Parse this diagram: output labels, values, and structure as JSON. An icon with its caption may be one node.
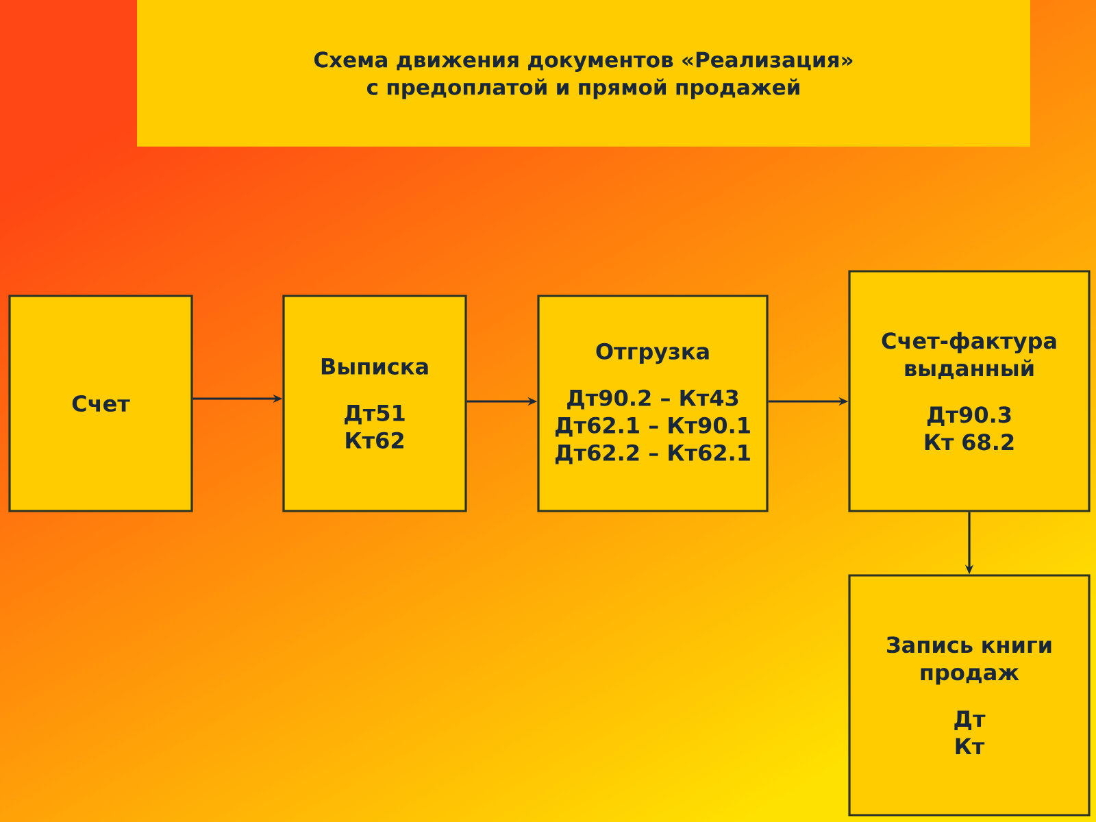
{
  "diagram": {
    "title": "Схема движения документов «Реализация» с предоплатой и прямой продажей",
    "nodes": [
      {
        "text": [
          "Счет"
        ]
      },
      {
        "text": [
          "Выписка",
          "Дт51",
          "Кт62"
        ]
      },
      {
        "text": [
          "Отгрузка",
          "Дт90.2 – Кт43",
          "Дт62.1 – Кт90.1",
          "Дт62.2 – Кт62.1"
        ]
      },
      {
        "text": [
          "Счет-фактура выданный",
          "Дт90.3",
          "Кт 68.2"
        ]
      },
      {
        "text": [
          "Запись книги продаж",
          "Дт",
          "Кт"
        ]
      }
    ],
    "edges": [
      {
        "from": 0,
        "to": 1,
        "arrow": "to"
      },
      {
        "from": 1,
        "to": 2,
        "arrow": "to"
      },
      {
        "from": 2,
        "to": 3,
        "arrow": "to"
      },
      {
        "from": 3,
        "to": 4,
        "arrow": "to"
      }
    ]
  }
}
